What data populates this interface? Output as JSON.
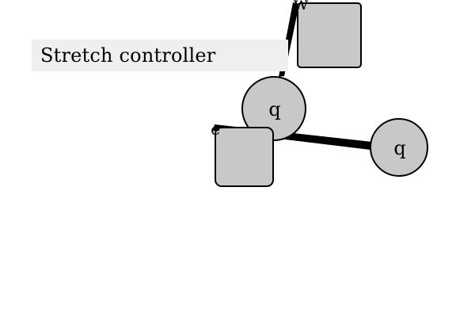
{
  "controller": {
    "label": "Stretch controller"
  },
  "nodes": {
    "top_node_label": "q",
    "right_node_label": "q",
    "top_edge_label": "w",
    "left_anchor_label": "e"
  },
  "colors": {
    "node_fill": "#c8c8c8",
    "node_stroke": "#000000",
    "link_color": "#000000",
    "label_background": "#efefef"
  }
}
